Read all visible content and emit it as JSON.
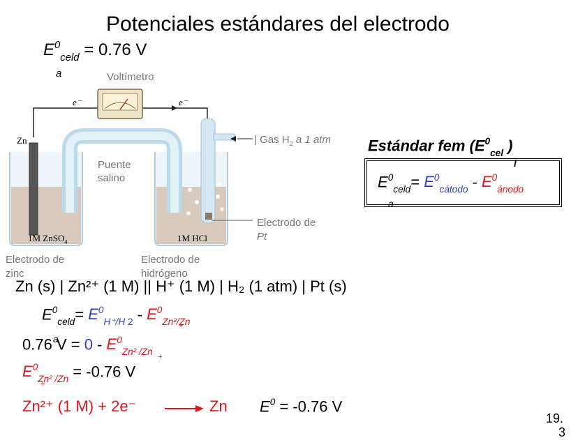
{
  "title": "Potenciales estándares del electrodo",
  "cell_potential": {
    "value": "= 0.76 V",
    "symbol": "E",
    "sup": "0",
    "sub": "celd",
    "sub2": "a"
  },
  "apparatus": {
    "voltmeter_label": "Voltímetro",
    "electron_left": "e⁻",
    "electron_right": "e⁻",
    "zn_label": "Zn",
    "salt_bridge": [
      "Puente",
      "salino"
    ],
    "gas_label_prefix": "Gas H",
    "gas_label_sub": "2",
    "gas_label_suffix": " a 1 atm",
    "pt_electrode": [
      "Electrodo de",
      "Pt"
    ],
    "left_beaker": "1M ZnSO",
    "left_beaker_sub": "4",
    "right_beaker": "1M HCl",
    "zinc_electrode": [
      "Electrodo de",
      "zinc"
    ],
    "hydrogen_electrode": [
      "Electrodo de",
      "hidrógeno"
    ]
  },
  "standard_emf": {
    "heading": "Estándar fem (E",
    "heading_sup": "0",
    "heading_sub": "cel",
    "heading_end": " )",
    "heading_extra": "l",
    "formula": {
      "lhs_sub": "celd",
      "lhs_sub2": "a",
      "cathode": "cátodo",
      "anode": "ánodo"
    }
  },
  "cell_notation": "Zn (s) | Zn²⁺ (1 M) || H⁺ (1 M) | H₂ (1 atm) | Pt (s)",
  "equations": {
    "eq1_lhs_sub": "celd",
    "eq1_lhs_sub2": "a",
    "eq1_h_sub": "H⁺/H",
    "eq1_h_sub2": "2",
    "eq1_zn_sub": "Zn²/Zn",
    "eq1_zn_sub2": "+",
    "eq2_lhs": "0.76 V = ",
    "eq2_zero": "0",
    "eq2_sep": " - ",
    "eq2_zn_sub": "Zn²  /Zn",
    "eq2_zn_sub2": "+",
    "eq2_extra": "a",
    "eq3_sub": "Zn²  /Zn",
    "eq3_sub2": "+",
    "eq3_rhs": " = -0.76 V",
    "reaction_lhs": "Zn²⁺ (1 M) + 2e⁻",
    "reaction_rhs": "Zn",
    "reaction_potential": "= -0.76 V"
  },
  "page_number": [
    "19.",
    "3"
  ]
}
